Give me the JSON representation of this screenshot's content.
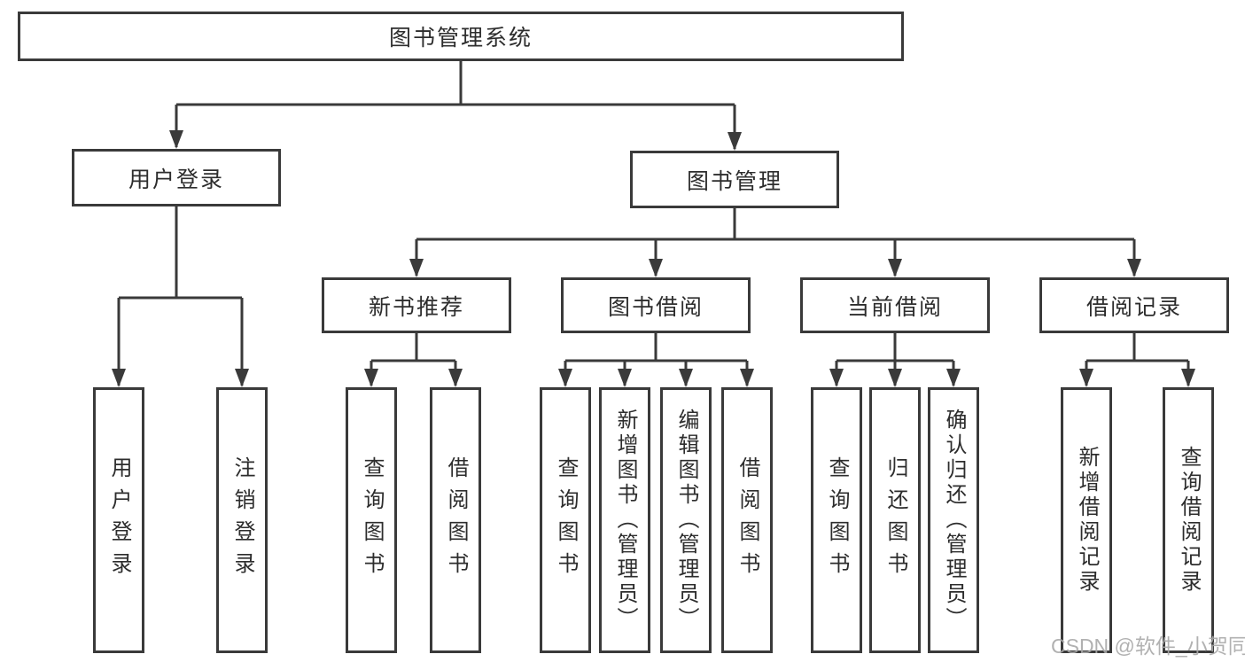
{
  "tree": {
    "label": "图书管理系统",
    "children": [
      {
        "label": "用户登录",
        "children": [
          {
            "label": "用户登录"
          },
          {
            "label": "注销登录"
          }
        ]
      },
      {
        "label": "图书管理",
        "children": [
          {
            "label": "新书推荐",
            "children": [
              {
                "label": "查询图书"
              },
              {
                "label": "借阅图书"
              }
            ]
          },
          {
            "label": "图书借阅",
            "children": [
              {
                "label": "查询图书"
              },
              {
                "label": "新增图书（管理员）"
              },
              {
                "label": "编辑图书（管理员）"
              },
              {
                "label": "借阅图书"
              }
            ]
          },
          {
            "label": "当前借阅",
            "children": [
              {
                "label": "查询图书"
              },
              {
                "label": "归还图书"
              },
              {
                "label": "确认归还（管理员）"
              }
            ]
          },
          {
            "label": "借阅记录",
            "children": [
              {
                "label": "新增借阅记录"
              },
              {
                "label": "查询借阅记录"
              }
            ]
          }
        ]
      }
    ]
  },
  "watermark": {
    "text": "CSDN @软件_小贺同学"
  },
  "colors": {
    "line": "#3a3a3a",
    "box_border": "#3a3a3a",
    "text": "#2d2d2d",
    "watermark": "#a8a8a8",
    "background": "#ffffff"
  }
}
